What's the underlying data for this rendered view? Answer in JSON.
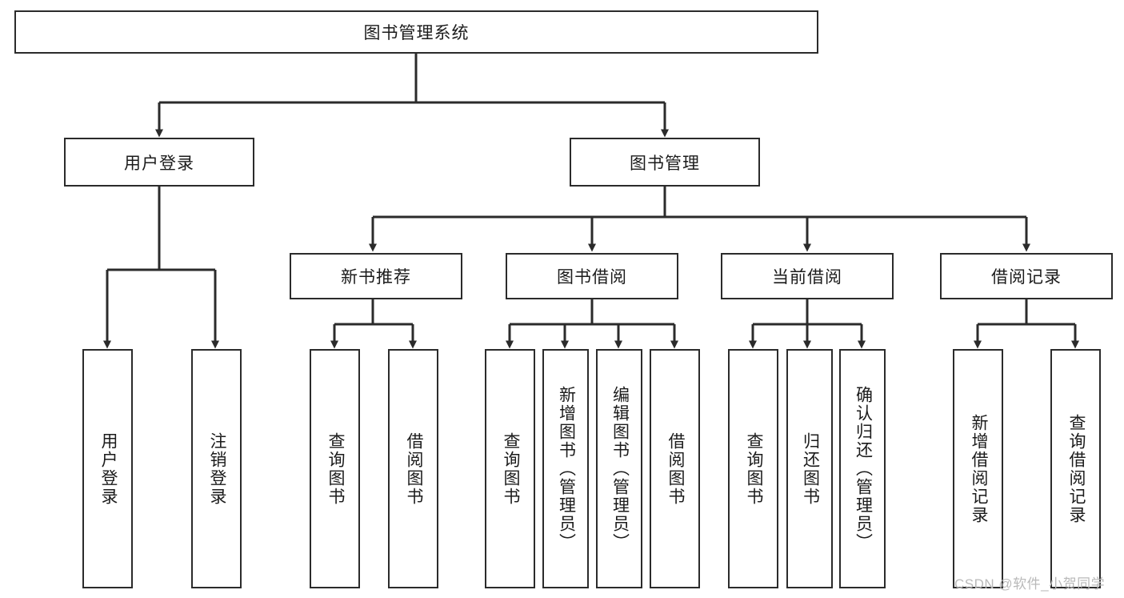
{
  "diagram": {
    "type": "tree-hierarchy-chart",
    "title": "图书管理系统",
    "background_color": "#ffffff",
    "line_color": "#2b2b2b",
    "text_color": "#1b1b1b",
    "watermark": "CSDN @软件_小贺同学",
    "nodes": {
      "root": {
        "label": "图书管理系统"
      },
      "level1": [
        {
          "id": "user-login",
          "label": "用户登录"
        },
        {
          "id": "book-manage",
          "label": "图书管理"
        }
      ],
      "level2": [
        {
          "id": "new-book-recommend",
          "label": "新书推荐"
        },
        {
          "id": "book-borrow",
          "label": "图书借阅"
        },
        {
          "id": "current-borrow",
          "label": "当前借阅"
        },
        {
          "id": "borrow-record",
          "label": "借阅记录"
        }
      ],
      "leaves": {
        "user_login": [
          {
            "id": "leaf-user-login",
            "label": "用户登录"
          },
          {
            "id": "leaf-logout-login",
            "label": "注销登录"
          }
        ],
        "new_book_recommend": [
          {
            "id": "leaf-query-book-1",
            "label": "查询图书"
          },
          {
            "id": "leaf-borrow-book-1",
            "label": "借阅图书"
          }
        ],
        "book_borrow": [
          {
            "id": "leaf-query-book-2",
            "label": "查询图书"
          },
          {
            "id": "leaf-add-book",
            "label": "新增图书（管理员）"
          },
          {
            "id": "leaf-edit-book",
            "label": "编辑图书（管理员）"
          },
          {
            "id": "leaf-borrow-book-2",
            "label": "借阅图书"
          }
        ],
        "current_borrow": [
          {
            "id": "leaf-query-book-3",
            "label": "查询图书"
          },
          {
            "id": "leaf-return-book",
            "label": "归还图书"
          },
          {
            "id": "leaf-confirm-return",
            "label": "确认归还（管理员）"
          }
        ],
        "borrow_record": [
          {
            "id": "leaf-add-record",
            "label": "新增借阅记录"
          },
          {
            "id": "leaf-query-record",
            "label": "查询借阅记录"
          }
        ]
      }
    }
  }
}
